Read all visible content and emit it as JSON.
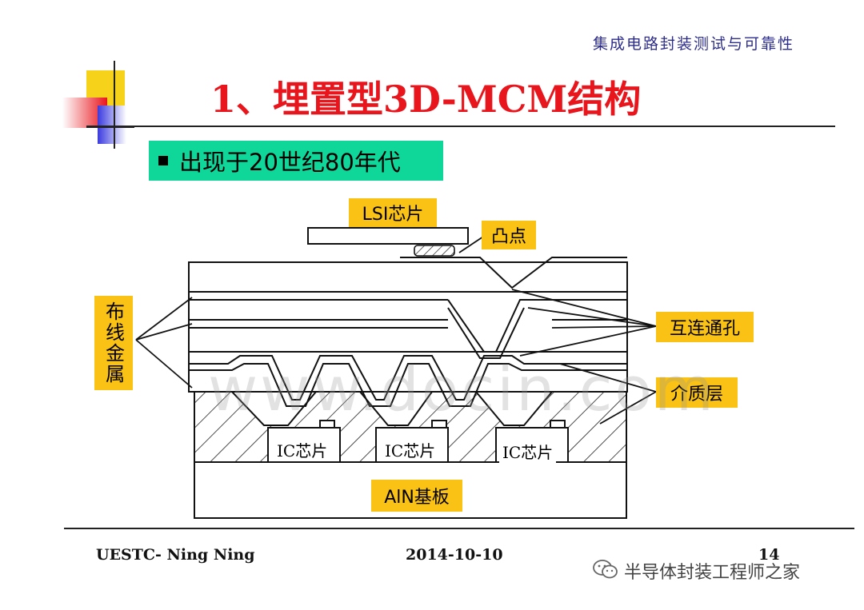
{
  "header": {
    "subtitle": "集成电路封装测试与可靠性"
  },
  "title": "1、埋置型3D-MCM结构",
  "bullet": {
    "text": "出现于20世纪80年代"
  },
  "diagram": {
    "labels": {
      "lsi_chip": "LSI芯片",
      "bump": "凸点",
      "wiring_metal": "布线金属",
      "interconnect_via": "互连通孔",
      "dielectric_layer": "介质层",
      "ic_chip_1": "IC芯片",
      "ic_chip_2": "IC芯片",
      "ic_chip_3": "IC芯片",
      "substrate": "AlN基板"
    },
    "watermark": "www.docin.com",
    "colors": {
      "label_bg": "#f9c215",
      "bullet_bg": "#0fd79a",
      "title": "#e8151c"
    }
  },
  "footer": {
    "author": "UESTC- Ning Ning",
    "date": "2014-10-10",
    "page": "14",
    "wechat": "半导体封装工程师之家",
    "wechat_icon": "wechat-icon"
  }
}
